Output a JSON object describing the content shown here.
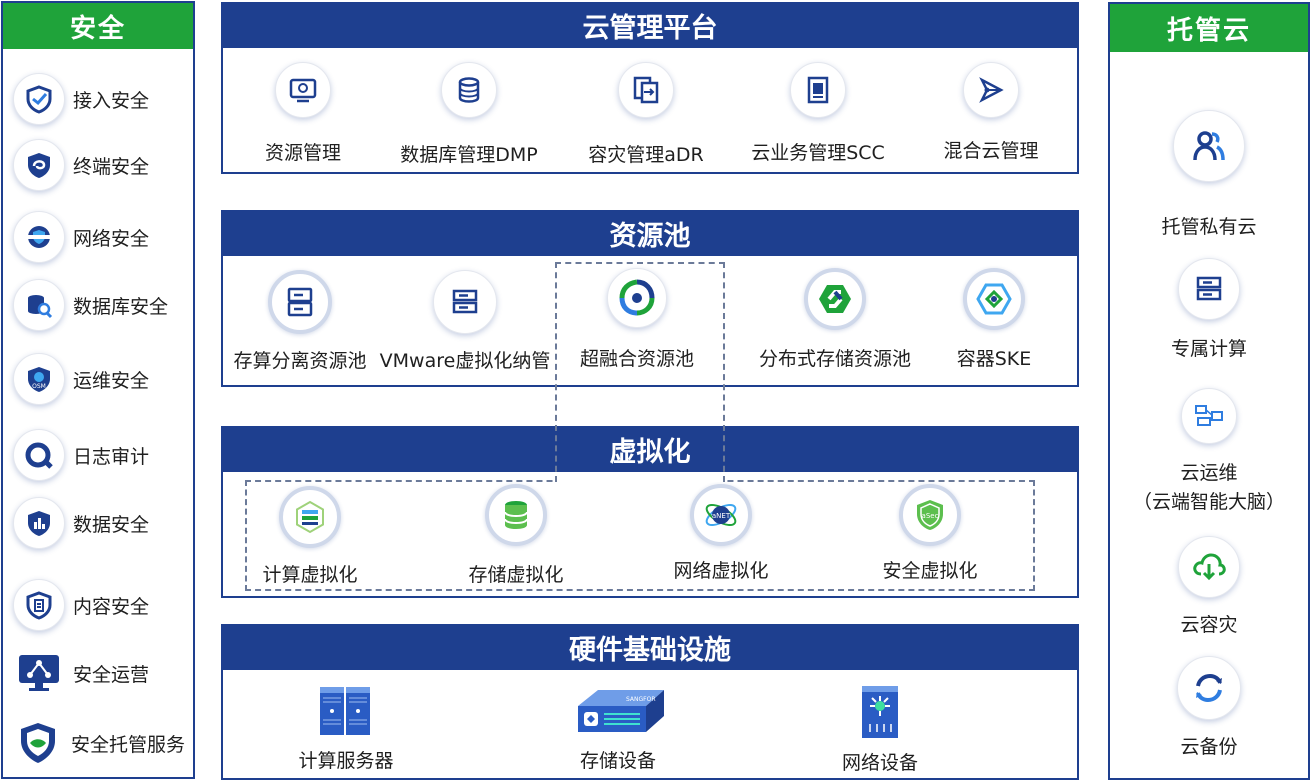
{
  "left_panel": {
    "title": "安全",
    "items": [
      {
        "label": "接入安全",
        "icon": "shield-check-icon"
      },
      {
        "label": "终端安全",
        "icon": "shield-swirl-icon"
      },
      {
        "label": "网络安全",
        "icon": "network-shield-icon"
      },
      {
        "label": "数据库安全",
        "icon": "database-search-icon"
      },
      {
        "label": "运维安全",
        "icon": "osm-shield-icon"
      },
      {
        "label": "日志审计",
        "icon": "log-audit-icon"
      },
      {
        "label": "数据安全",
        "icon": "data-shield-icon"
      },
      {
        "label": "内容安全",
        "icon": "content-shield-icon"
      },
      {
        "label": "安全运营",
        "icon": "security-operation-icon"
      },
      {
        "label": "安全托管服务",
        "icon": "managed-security-icon"
      }
    ]
  },
  "cloud_mgmt": {
    "title": "云管理平台",
    "items": [
      {
        "label": "资源管理",
        "icon": "monitor-gear-icon"
      },
      {
        "label": "数据库管理DMP",
        "icon": "database-icon"
      },
      {
        "label": "容灾管理aDR",
        "icon": "transfer-icon"
      },
      {
        "label": "云业务管理SCC",
        "icon": "document-list-icon"
      },
      {
        "label": "混合云管理",
        "icon": "hybrid-cloud-icon"
      }
    ]
  },
  "resource_pool": {
    "title": "资源池",
    "items": [
      {
        "label": "存算分离资源池",
        "icon": "server-rack-icon"
      },
      {
        "label": "VMware虚拟化纳管",
        "icon": "server-box-icon"
      },
      {
        "label": "超融合资源池",
        "icon": "hci-logo-icon"
      },
      {
        "label": "分布式存储资源池",
        "icon": "eds-logo-icon"
      },
      {
        "label": "容器SKE",
        "icon": "container-logo-icon"
      }
    ]
  },
  "virtualization": {
    "title": "虚拟化",
    "items": [
      {
        "label": "计算虚拟化",
        "icon": "compute-hex-icon"
      },
      {
        "label": "存储虚拟化",
        "icon": "storage-stack-icon"
      },
      {
        "label": "网络虚拟化",
        "icon": "anet-icon",
        "badge": "aNET"
      },
      {
        "label": "安全虚拟化",
        "icon": "asec-shield-icon",
        "badge": "aSec"
      }
    ]
  },
  "hardware": {
    "title": "硬件基础设施",
    "items": [
      {
        "label": "计算服务器",
        "icon": "server-cabinet-icon"
      },
      {
        "label": "存储设备",
        "icon": "storage-device-icon",
        "brand": "SANGFOR"
      },
      {
        "label": "网络设备",
        "icon": "network-switch-icon"
      }
    ]
  },
  "right_panel": {
    "title": "托管云",
    "items": [
      {
        "label": "托管私有云",
        "icon": "user-group-icon"
      },
      {
        "label": "专属计算",
        "icon": "server-box-icon"
      },
      {
        "label": "云运维",
        "sub": "（云端智能大脑）",
        "icon": "devices-icon"
      },
      {
        "label": "云容灾",
        "icon": "cloud-download-icon"
      },
      {
        "label": "云备份",
        "icon": "sync-icon"
      }
    ]
  },
  "colors": {
    "navy": "#1e3f8f",
    "green": "#1fa33a",
    "icon_blue": "#1e3f8f"
  }
}
